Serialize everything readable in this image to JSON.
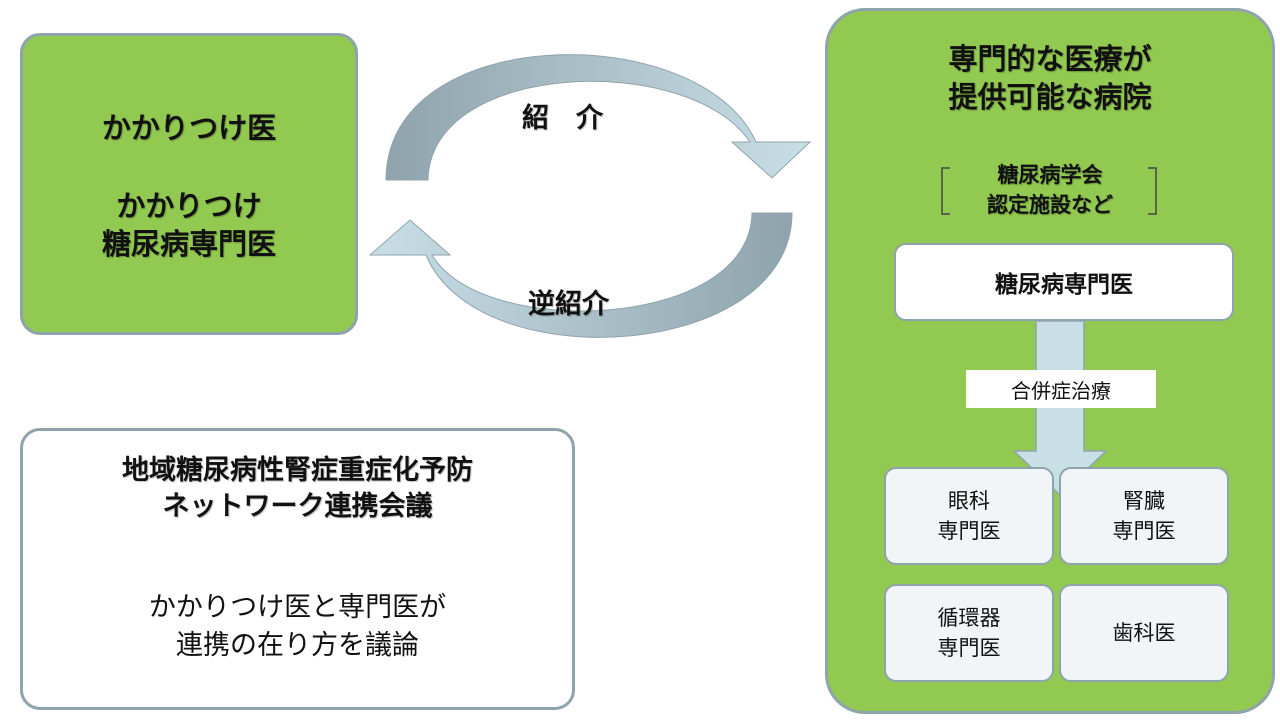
{
  "left_box": {
    "line1": "かかりつけ医",
    "line2": "かかりつけ",
    "line3": "糖尿病専門医"
  },
  "arrows": {
    "referral": "紹　介",
    "reverse_referral": "逆紹介"
  },
  "network_box": {
    "title_line1": "地域糖尿病性腎症重症化予防",
    "title_line2": "ネットワーク連携会議",
    "body_line1": "かかりつけ医と専門医が",
    "body_line2": "連携の在り方を議論"
  },
  "hospital": {
    "title_line1": "専門的な医療が",
    "title_line2": "提供可能な病院",
    "note_line1": "糖尿病学会",
    "note_line2": "認定施設など",
    "specialist": "糖尿病専門医",
    "flow_label": "合併症治療",
    "cards": [
      {
        "line1": "眼科",
        "line2": "専門医"
      },
      {
        "line1": "腎臓",
        "line2": "専門医"
      },
      {
        "line1": "循環器",
        "line2": "専門医"
      },
      {
        "line1": "歯科医",
        "line2": ""
      }
    ]
  },
  "colors": {
    "green": "#92c950",
    "border": "#8fa3ad",
    "arrow_light": "#c9dfe6",
    "arrow_dark": "#8fa3ad"
  }
}
